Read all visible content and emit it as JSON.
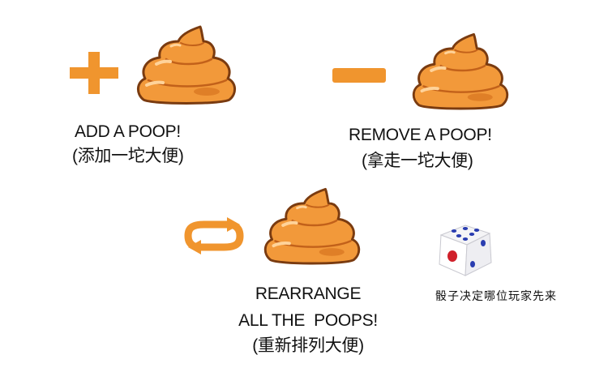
{
  "colors": {
    "accent_orange": "#f0952e",
    "poop_light": "#f5a043",
    "poop_dark": "#d9701a",
    "poop_outline": "#7a3b10"
  },
  "icons": {
    "add": "plus-icon",
    "remove": "minus-icon",
    "rearrange": "swap-arrows-icon",
    "dice": "dice-icon",
    "poop": "poop-icon"
  },
  "actions": {
    "add": {
      "title": "ADD A POOP!",
      "subtitle": "(添加一坨大便)"
    },
    "remove": {
      "title": "REMOVE A POOP!",
      "subtitle": "(拿走一坨大便)"
    },
    "rearrange": {
      "title_line1": "REARRANGE",
      "title_line2": "ALL THE  POOPS!",
      "subtitle": "(重新排列大便)"
    }
  },
  "dice": {
    "caption": "骰子决定哪位玩家先来"
  }
}
